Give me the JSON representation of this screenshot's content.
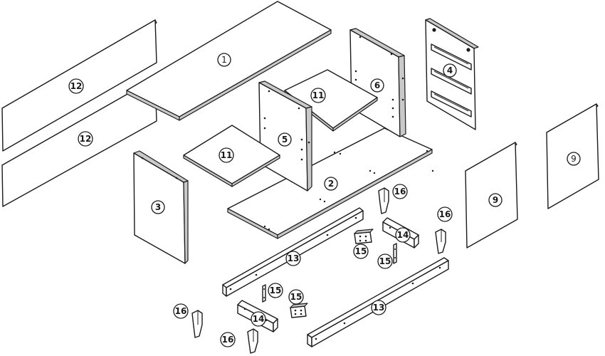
{
  "parts": {
    "p1": "1",
    "p2": "2",
    "p3": "3",
    "p4": "4",
    "p5": "5",
    "p6": "6",
    "p9a": "9",
    "p9b": "9",
    "p11a": "11",
    "p11b": "11",
    "p12a": "12",
    "p12b": "12",
    "p13a": "13",
    "p13b": "13",
    "p14a": "14",
    "p14b": "14",
    "p15a": "15",
    "p15b": "15",
    "p15c": "15",
    "p15d": "15",
    "p16a": "16",
    "p16b": "16",
    "p16c": "16",
    "p16d": "16"
  },
  "colors": {
    "line": "#1a1a1a",
    "edge": "#c9c9c9",
    "background": "#ffffff"
  }
}
